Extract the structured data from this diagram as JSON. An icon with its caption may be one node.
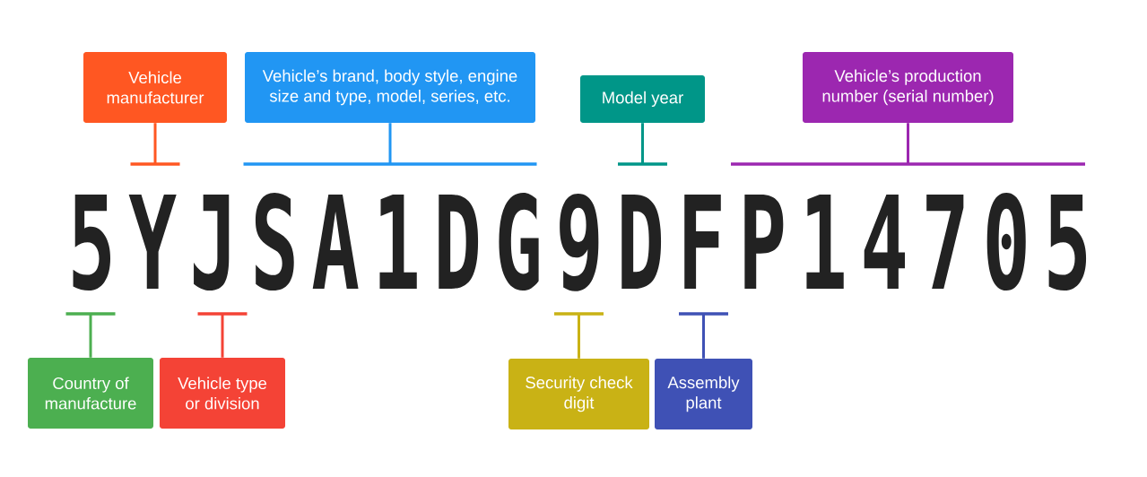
{
  "diagram": {
    "nodes": [
      {
        "text": [
          "Vehicle manufacturer"
        ]
      },
      {
        "text": [
          "Vehicle’s brand, body style, engine size and type, model, series, etc."
        ]
      },
      {
        "text": [
          "Model year"
        ]
      },
      {
        "text": [
          "Vehicle’s production number (serial number)"
        ]
      },
      {
        "text": [
          "5"
        ]
      },
      {
        "text": [
          "Y"
        ]
      },
      {
        "text": [
          "J"
        ]
      },
      {
        "text": [
          "SA1DG"
        ]
      },
      {
        "text": [
          "9"
        ]
      },
      {
        "text": [
          "D"
        ]
      },
      {
        "text": [
          "F"
        ]
      },
      {
        "text": [
          "P14705"
        ]
      },
      {
        "text": [
          "Country of manufacture"
        ]
      },
      {
        "text": [
          "Vehicle type or division"
        ]
      },
      {
        "text": [
          "Security check digit"
        ]
      },
      {
        "text": [
          "Assembly plant"
        ]
      }
    ],
    "edges": [
      {
        "from": 0,
        "to": 5,
        "arrow": "none",
        "color": "#ff5722"
      },
      {
        "from": 1,
        "to": 7,
        "arrow": "none",
        "color": "#2196f3"
      },
      {
        "from": 2,
        "to": 9,
        "arrow": "none",
        "color": "#009688"
      },
      {
        "from": 3,
        "to": 11,
        "arrow": "none",
        "color": "#9c27b0"
      },
      {
        "from": 12,
        "to": 4,
        "arrow": "none",
        "color": "#4caf50"
      },
      {
        "from": 13,
        "to": 6,
        "arrow": "none",
        "color": "#f44336"
      },
      {
        "from": 14,
        "to": 8,
        "arrow": "none",
        "color": "#c9b215"
      },
      {
        "from": 15,
        "to": 10,
        "arrow": "none",
        "color": "#3f51b5"
      }
    ]
  }
}
